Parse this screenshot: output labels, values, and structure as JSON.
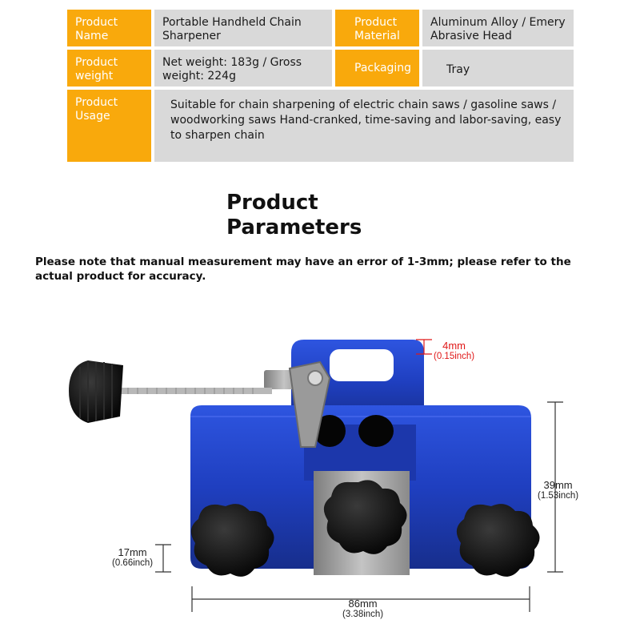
{
  "spec_table": {
    "product_name_label": "Product Name",
    "product_name_value": "Portable Handheld Chain Sharpener",
    "product_material_label": "Product Material",
    "product_material_value": "Aluminum Alloy / Emery Abrasive Head",
    "product_weight_label": "Product weight",
    "product_weight_value": "Net weight: 183g / Gross weight: 224g",
    "packaging_label": "Packaging",
    "packaging_value": "Tray",
    "product_usage_label": "Product Usage",
    "product_usage_value": "Suitable for chain sharpening of electric chain saws / gasoline saws / woodworking saws Hand-cranked, time-saving and labor-saving, easy to sharpen chain"
  },
  "section_title": "Product Parameters",
  "note": "Please note that manual measurement may have an error of 1-3mm; please refer to the actual product for accuracy.",
  "dimensions": {
    "slot": {
      "mm": "4mm",
      "inch": "(0.15inch)"
    },
    "height": {
      "mm": "39mm",
      "inch": "(1.53inch)"
    },
    "side": {
      "mm": "17mm",
      "inch": "(0.66inch)"
    },
    "length": {
      "mm": "86mm",
      "inch": "(3.38inch)"
    }
  },
  "colors": {
    "label_orange": "#f9a90c",
    "value_gray": "#d9d9d9",
    "body_blue": "#1f3fc0",
    "knob_black": "#111111",
    "dimension_red": "#e01818"
  }
}
